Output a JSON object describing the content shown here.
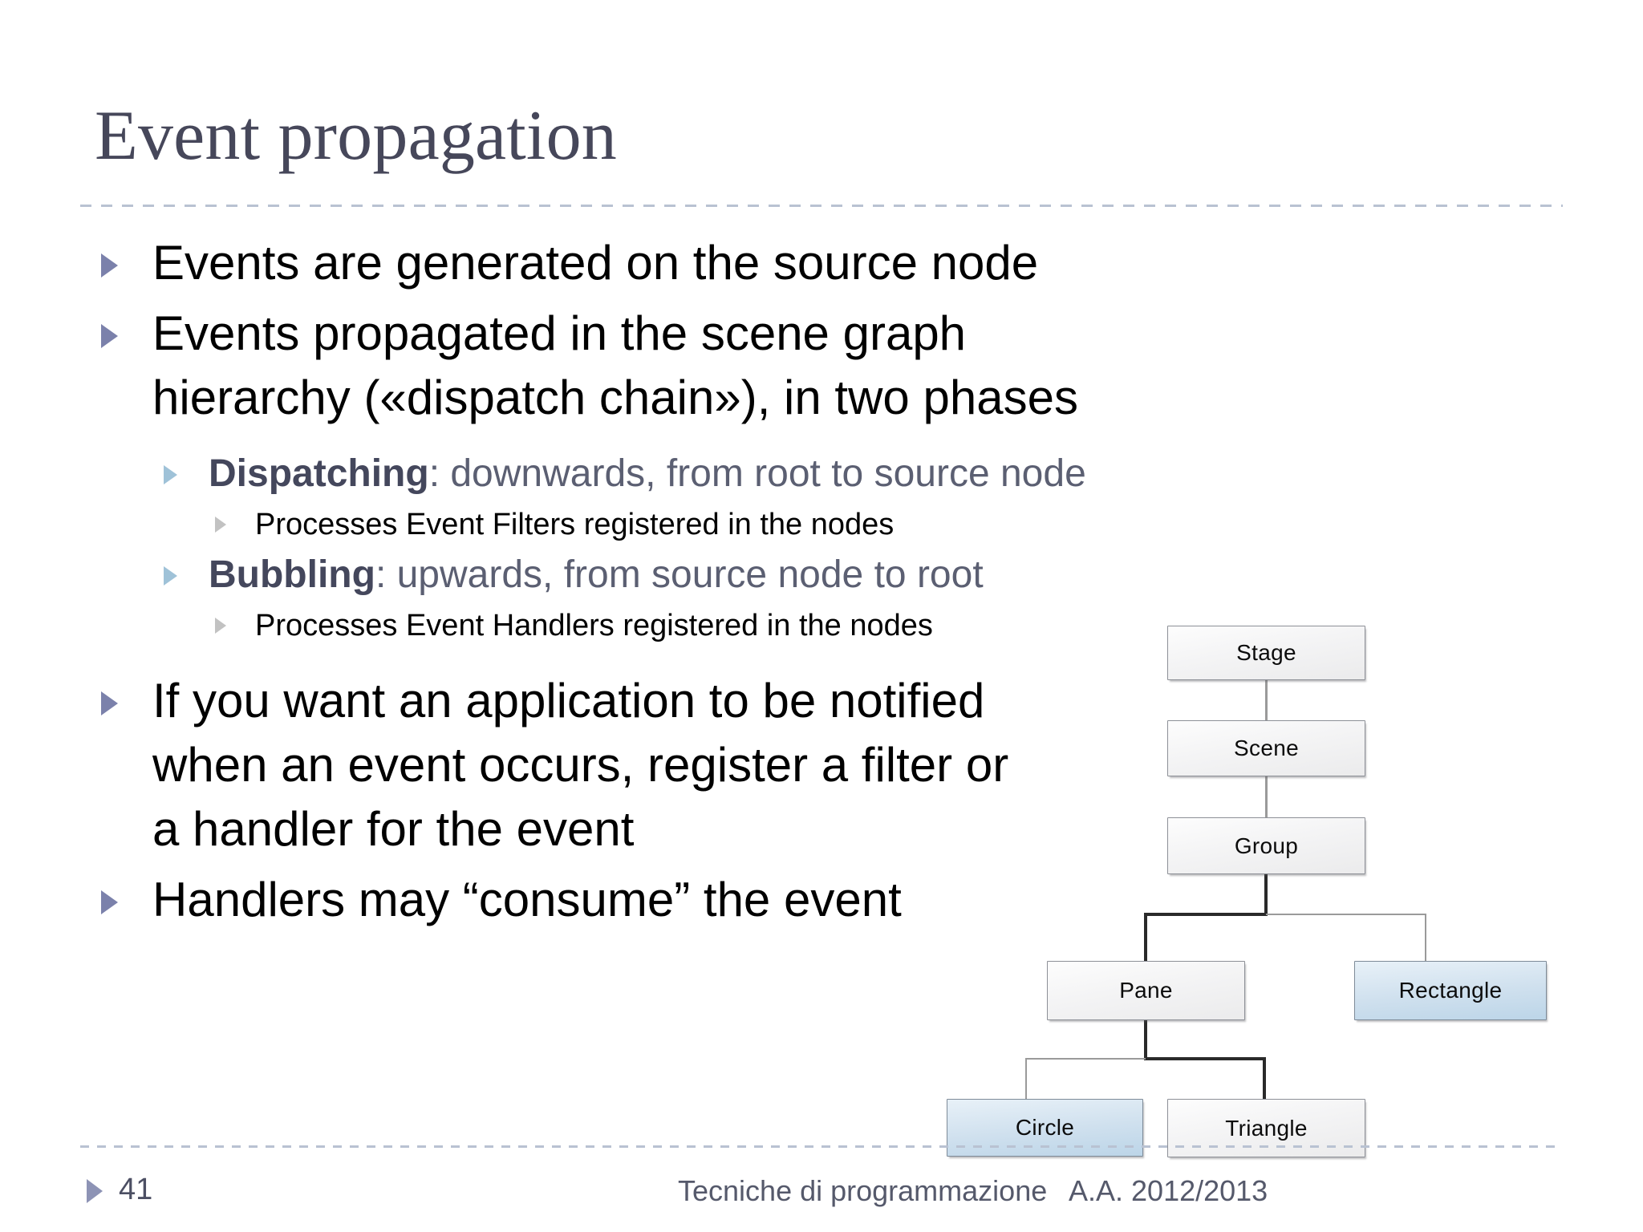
{
  "slide": {
    "title": "Event propagation",
    "background": "#ffffff",
    "title_color": "#46475a",
    "rule_color": "#b9c2d2"
  },
  "content": {
    "bullets": [
      {
        "level": 1,
        "text": "Events are generated on the source node"
      },
      {
        "level": 1,
        "text": "Events propagated in the scene graph hierarchy («dispatch chain»), in two phases"
      },
      {
        "level": 2,
        "lead": "Dispatching",
        "text": ": downwards, from root to source node"
      },
      {
        "level": 3,
        "text": "Processes Event Filters registered in the nodes"
      },
      {
        "level": 2,
        "lead": "Bubbling",
        "text": ": upwards, from source node to root"
      },
      {
        "level": 3,
        "text": "Processes Event Handlers registered in the nodes"
      },
      {
        "level": 1,
        "text": "If you want an application to be notified when an event occurs, register a filter or a handler for the event"
      },
      {
        "level": 1,
        "text": "Handlers may “consume” the event"
      }
    ],
    "bullet_colors": {
      "level1": "#7b81ab",
      "level2": "#9fc2d8",
      "level3": "#c2c2c2"
    }
  },
  "diagram": {
    "type": "tree",
    "nodes": [
      {
        "id": "stage",
        "label": "Stage",
        "style": "plain"
      },
      {
        "id": "scene",
        "label": "Scene",
        "style": "plain"
      },
      {
        "id": "group",
        "label": "Group",
        "style": "plain"
      },
      {
        "id": "pane",
        "label": "Pane",
        "style": "plain"
      },
      {
        "id": "rectangle",
        "label": "Rectangle",
        "style": "highlight"
      },
      {
        "id": "circle",
        "label": "Circle",
        "style": "highlight"
      },
      {
        "id": "triangle",
        "label": "Triangle",
        "style": "plain"
      }
    ],
    "edges": [
      {
        "from": "stage",
        "to": "scene"
      },
      {
        "from": "scene",
        "to": "group"
      },
      {
        "from": "group",
        "to": "pane"
      },
      {
        "from": "group",
        "to": "rectangle"
      },
      {
        "from": "pane",
        "to": "circle"
      },
      {
        "from": "pane",
        "to": "triangle"
      }
    ],
    "colors": {
      "plain_fill": "#f2f2f3",
      "highlight_fill": "#cfe0ee",
      "border": "#8d9097"
    }
  },
  "footer": {
    "page_number": "41",
    "course": "Tecniche di programmazione",
    "academic_year": "A.A. 2012/2013"
  }
}
